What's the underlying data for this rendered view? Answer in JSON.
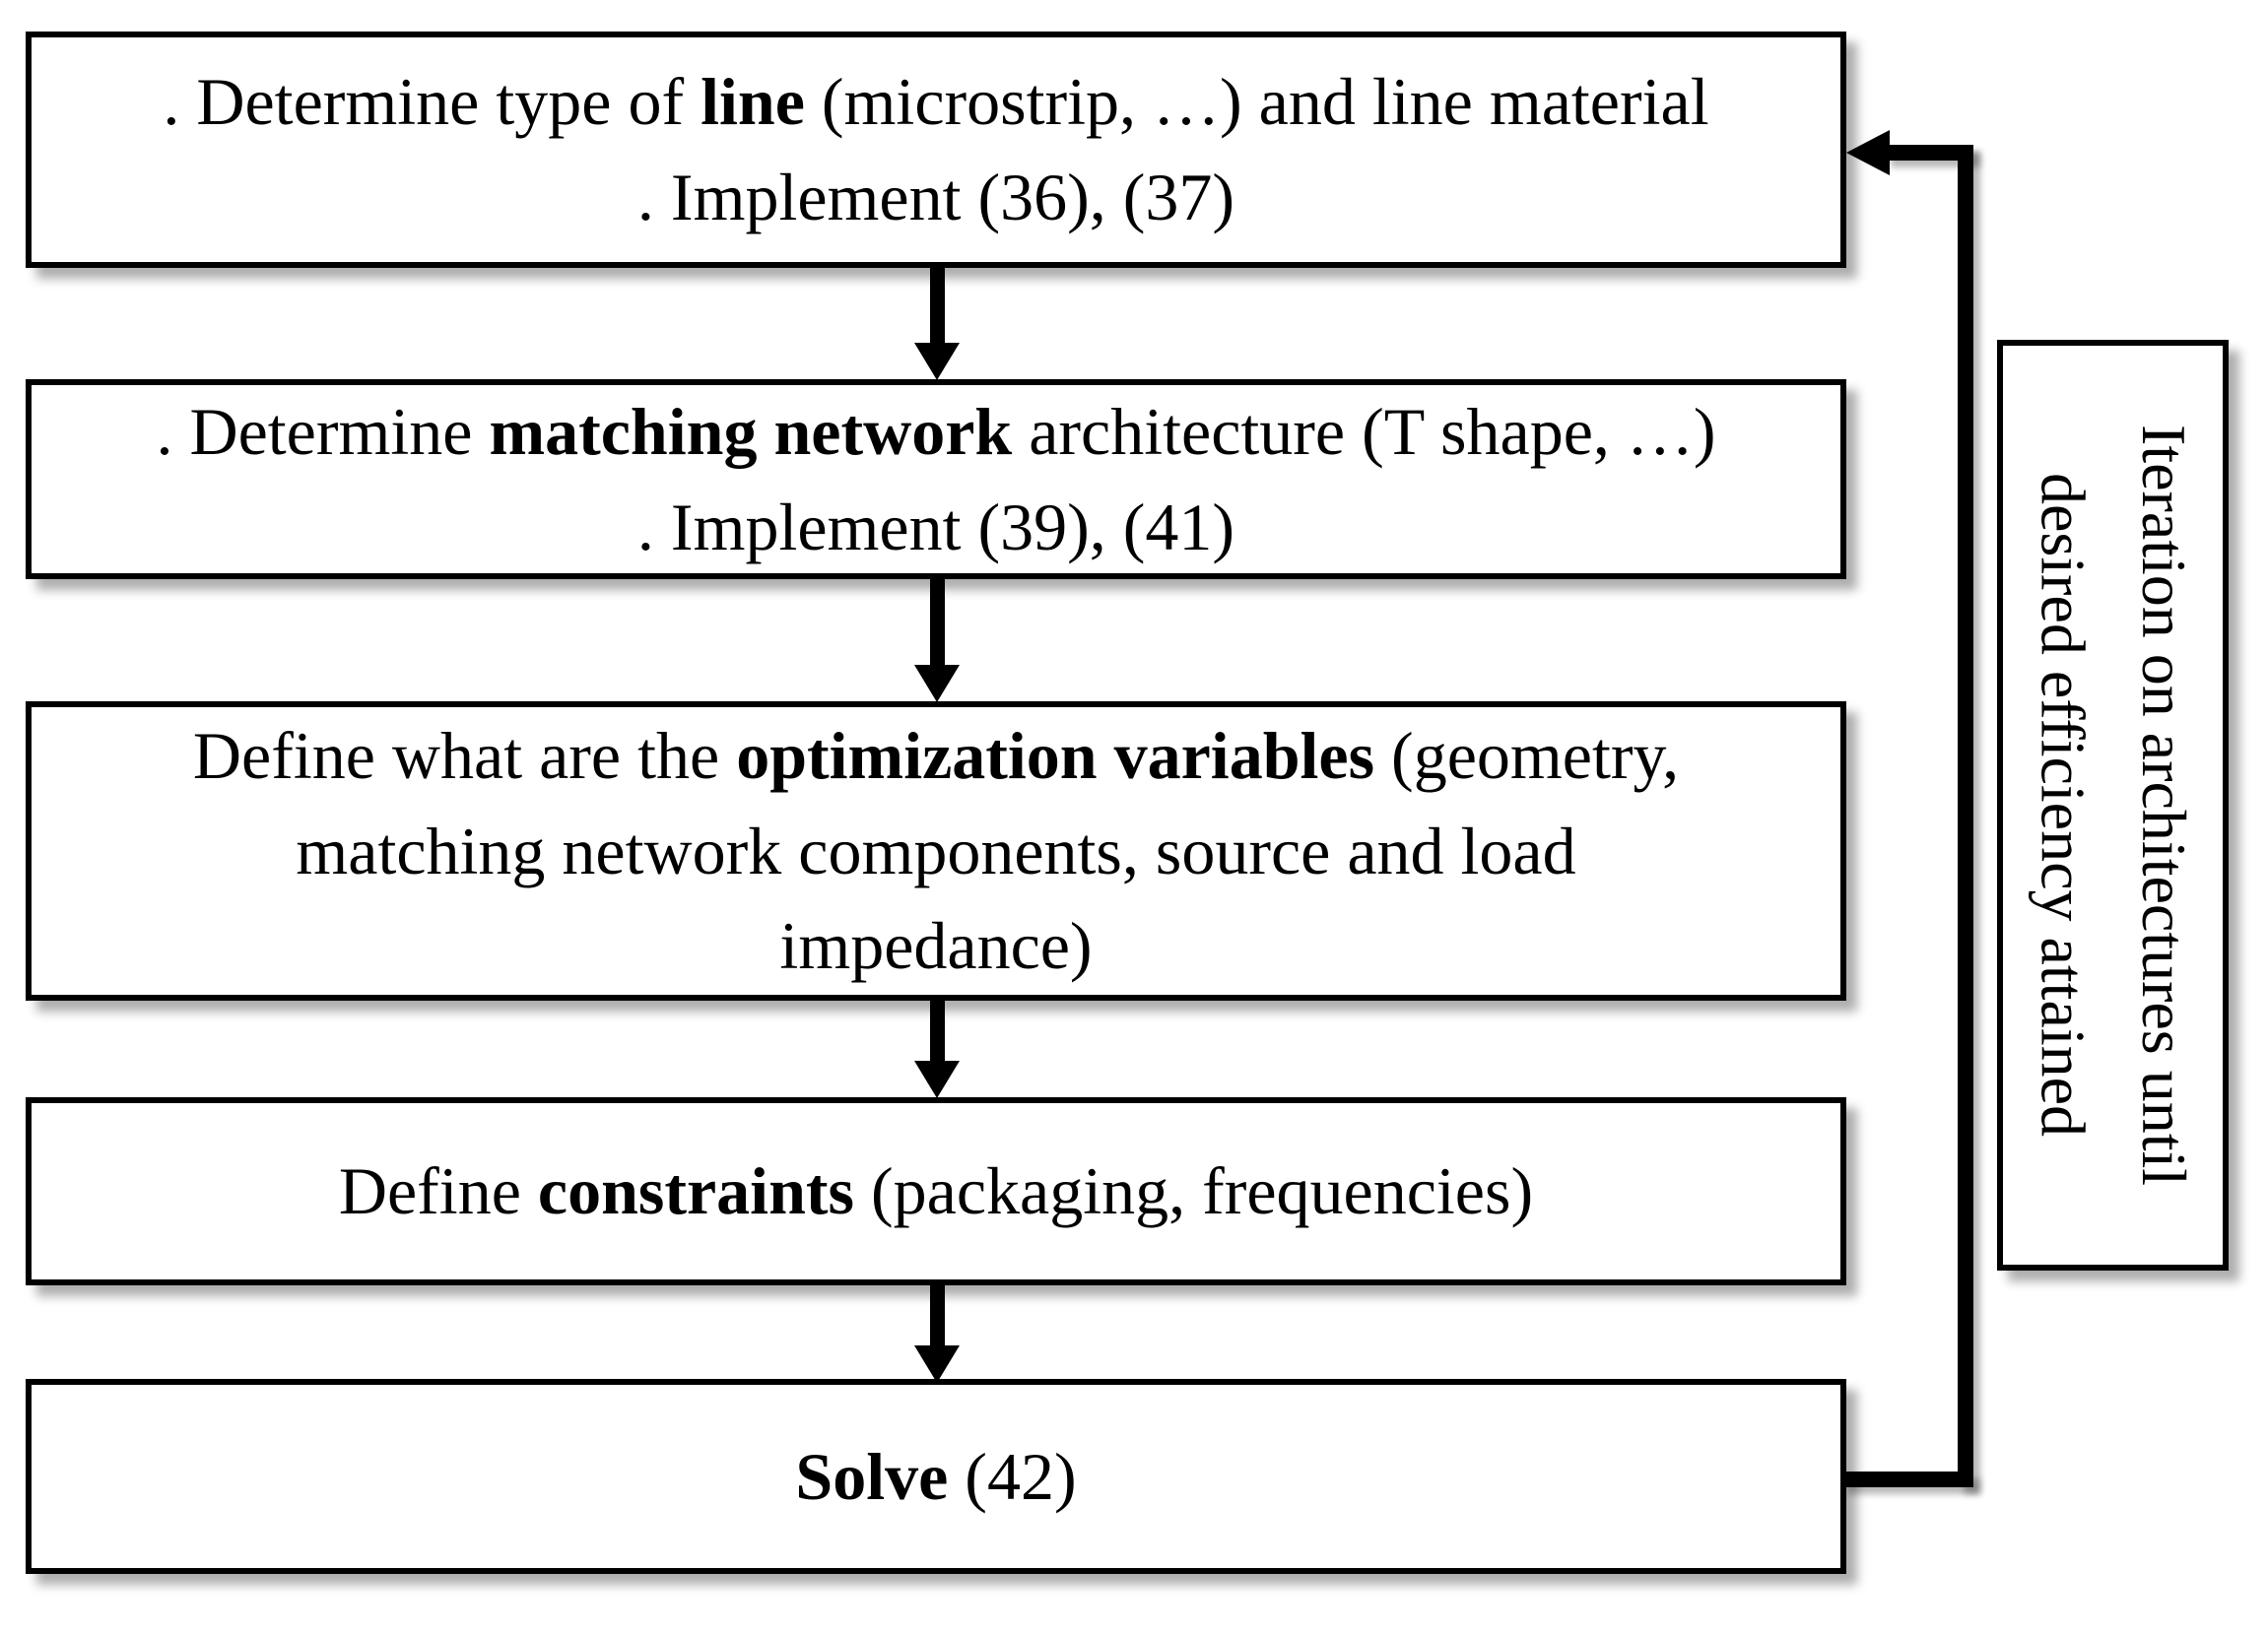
{
  "figure": {
    "colors": {
      "ink": "#000000",
      "background": "#ffffff"
    },
    "boxes": [
      {
        "id": "step-1",
        "lines": [
          {
            "parts": [
              {
                "t": ". Determine type of "
              },
              {
                "t": "line",
                "b": true
              },
              {
                "t": " (microstrip, …) and line material"
              }
            ]
          },
          {
            "parts": [
              {
                "t": ". Implement (36), (37)"
              }
            ]
          }
        ]
      },
      {
        "id": "step-2",
        "lines": [
          {
            "parts": [
              {
                "t": ". Determine "
              },
              {
                "t": "matching network",
                "b": true
              },
              {
                "t": " architecture (T shape, …)"
              }
            ]
          },
          {
            "parts": [
              {
                "t": ". Implement (39), (41)"
              }
            ]
          }
        ]
      },
      {
        "id": "step-3",
        "lines": [
          {
            "parts": [
              {
                "t": "Define what are the "
              },
              {
                "t": "optimization variables",
                "b": true
              },
              {
                "t": " (geometry,"
              }
            ]
          },
          {
            "parts": [
              {
                "t": "matching network components, source and load"
              }
            ]
          },
          {
            "parts": [
              {
                "t": "impedance)"
              }
            ]
          }
        ]
      },
      {
        "id": "step-4",
        "lines": [
          {
            "parts": [
              {
                "t": "Define "
              },
              {
                "t": "constraints",
                "b": true
              },
              {
                "t": " (packaging, frequencies)"
              }
            ]
          }
        ]
      },
      {
        "id": "step-5",
        "lines": [
          {
            "parts": [
              {
                "t": "Solve",
                "b": true
              },
              {
                "t": " (42)"
              }
            ]
          }
        ]
      }
    ],
    "feedback_label": {
      "lines": [
        "Iteration on architectures until",
        "desired efficiency attained"
      ]
    }
  }
}
